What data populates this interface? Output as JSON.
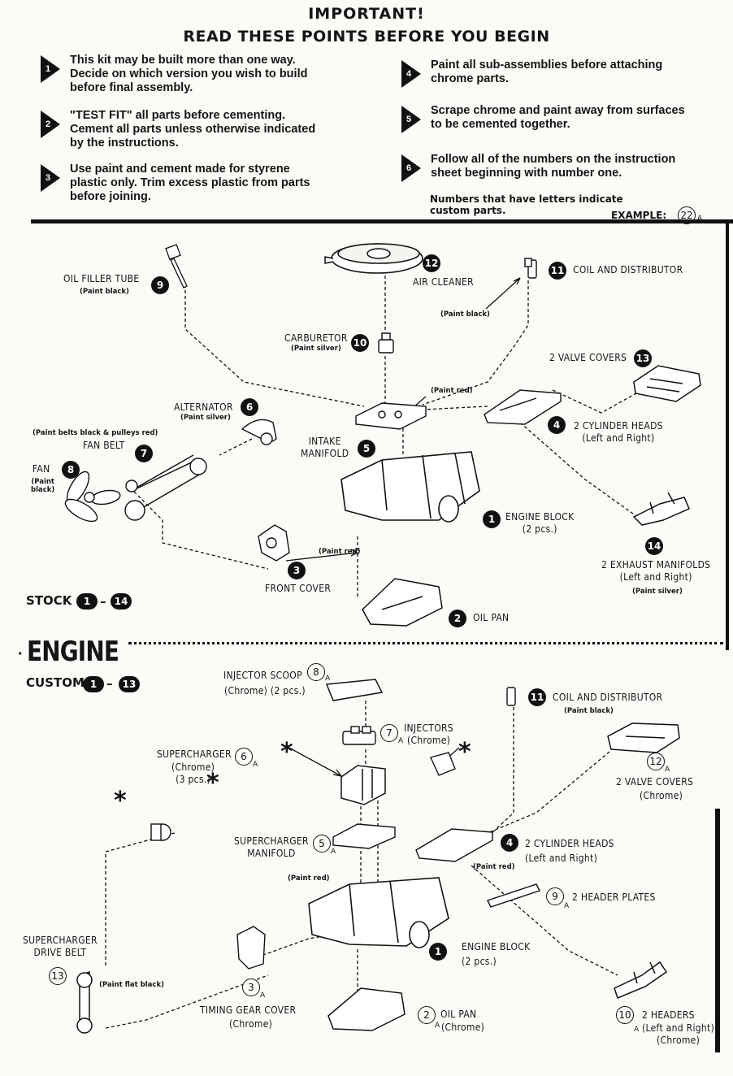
{
  "header": {
    "title1": "IMPORTANT!",
    "title2": "READ THESE POINTS BEFORE YOU BEGIN"
  },
  "steps": [
    {
      "n": "1",
      "text": "This kit may be built more than one way.\nDecide on which version you wish to build\nbefore final assembly."
    },
    {
      "n": "2",
      "text": "\"TEST FIT\" all parts before cementing.\nCement all parts unless otherwise indicated\nby the instructions."
    },
    {
      "n": "3",
      "text": "Use paint and cement made for styrene\nplastic only. Trim excess plastic from parts\nbefore joining."
    },
    {
      "n": "4",
      "text": "Paint all sub-assemblies before attaching\nchrome parts."
    },
    {
      "n": "5",
      "text": "Scrape chrome and paint away from surfaces\nto be cemented together."
    },
    {
      "n": "6",
      "text": "Follow all of the numbers on the instruction\nsheet beginning with  number one."
    }
  ],
  "letters_note": "Numbers that have letters indicate\ncustom parts.",
  "example": {
    "label": "EXAMPLE:",
    "num": "22",
    "letter": "A"
  },
  "stock": {
    "label": "STOCK",
    "range_from": "1",
    "range_to": "14",
    "parts": [
      {
        "id": "oil-filler-tube",
        "num": "9",
        "label": "OIL FILLER TUBE",
        "note": "(Paint black)"
      },
      {
        "id": "air-cleaner",
        "num": "12",
        "label": "AIR CLEANER",
        "note": ""
      },
      {
        "id": "coil-distributor",
        "num": "11",
        "label": "COIL AND DISTRIBUTOR",
        "note": "(Paint black)"
      },
      {
        "id": "carburetor",
        "num": "10",
        "label": "CARBURETOR",
        "note": "(Paint silver)"
      },
      {
        "id": "valve-covers",
        "num": "13",
        "label": "2 VALVE COVERS",
        "note": ""
      },
      {
        "id": "alternator",
        "num": "6",
        "label": "ALTERNATOR",
        "note": "(Paint silver)"
      },
      {
        "id": "fan-belt",
        "num": "7",
        "label": "FAN BELT",
        "note": "(Paint belts black & pulleys red)"
      },
      {
        "id": "intake-manifold",
        "num": "5",
        "label": "INTAKE\nMANIFOLD",
        "note": "(Paint red)"
      },
      {
        "id": "cylinder-heads",
        "num": "4",
        "label": "2 CYLINDER HEADS\n(Left and Right)",
        "note": ""
      },
      {
        "id": "fan",
        "num": "8",
        "label": "FAN",
        "note": "(Paint\nblack)"
      },
      {
        "id": "engine-block",
        "num": "1",
        "label": "ENGINE BLOCK\n(2 pcs.)",
        "note": ""
      },
      {
        "id": "front-cover",
        "num": "3",
        "label": "FRONT COVER",
        "note": "(Paint red)"
      },
      {
        "id": "exhaust-manifolds",
        "num": "14",
        "label": "2 EXHAUST MANIFOLDS\n(Left and Right)",
        "note": "(Paint silver)"
      },
      {
        "id": "oil-pan",
        "num": "2",
        "label": "OIL PAN",
        "note": ""
      }
    ]
  },
  "engine_heading": "ENGINE",
  "custom": {
    "label": "CUSTOM",
    "range_from": "1",
    "range_to": "13",
    "parts": [
      {
        "id": "injector-scoop",
        "num": "8",
        "letter": "A",
        "label": "INJECTOR SCOOP",
        "sub": "(Chrome) (2 pcs.)"
      },
      {
        "id": "coil-distributor",
        "num": "11",
        "letter": "",
        "label": "COIL AND DISTRIBUTOR",
        "sub": "(Paint black)"
      },
      {
        "id": "injectors",
        "num": "7",
        "letter": "A",
        "label": "INJECTORS",
        "sub": "(Chrome)"
      },
      {
        "id": "supercharger",
        "num": "6",
        "letter": "A",
        "label": "SUPERCHARGER",
        "sub": "(Chrome)\n(3 pcs.)"
      },
      {
        "id": "valve-covers",
        "num": "12",
        "letter": "A",
        "label": "2 VALVE COVERS",
        "sub": "(Chrome)"
      },
      {
        "id": "supercharger-manifold",
        "num": "5",
        "letter": "A",
        "label": "SUPERCHARGER\nMANIFOLD",
        "sub": "(Paint red)"
      },
      {
        "id": "cylinder-heads",
        "num": "4",
        "letter": "",
        "label": "2 CYLINDER HEADS",
        "sub": "(Left and Right)"
      },
      {
        "id": "header-plates",
        "num": "9",
        "letter": "A",
        "label": "2 HEADER PLATES",
        "sub": "(Paint red)"
      },
      {
        "id": "supercharger-drive-belt",
        "num": "13",
        "letter": "",
        "label": "SUPERCHARGER\nDRIVE BELT",
        "sub": "(Paint flat black)"
      },
      {
        "id": "engine-block",
        "num": "1",
        "letter": "",
        "label": "ENGINE BLOCK",
        "sub": "(2 pcs.)"
      },
      {
        "id": "timing-gear-cover",
        "num": "3",
        "letter": "A",
        "label": "TIMING GEAR COVER",
        "sub": "(Chrome)"
      },
      {
        "id": "oil-pan",
        "num": "2",
        "letter": "A",
        "label": "OIL PAN",
        "sub": "(Chrome)"
      },
      {
        "id": "headers",
        "num": "10",
        "letter": "A",
        "label": "2 HEADERS",
        "sub": "(Left and Right)\n(Chrome)"
      }
    ]
  },
  "asterisk": "*"
}
